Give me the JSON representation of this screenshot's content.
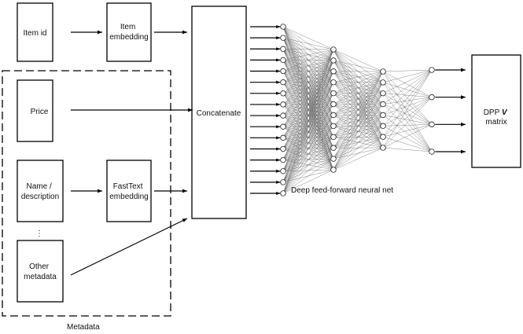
{
  "boxes": {
    "item_id": [
      "Item id"
    ],
    "item_embedding": [
      "Item",
      "embedding"
    ],
    "price": [
      "Price"
    ],
    "name_description": [
      "Name /",
      "description"
    ],
    "fasttext_embedding": [
      "FastText",
      "embedding"
    ],
    "other_metadata": [
      "Other",
      "metadata"
    ],
    "concatenate": [
      "Concatenate"
    ],
    "dpp_matrix": {
      "line1_prefix": "DPP ",
      "line1_symbol": "V",
      "line2": "matrix"
    }
  },
  "ellipsis": "⋮",
  "metadata_group_label": "Metadata",
  "network_label": "Deep feed-forward neural net",
  "network": {
    "layer_sizes": [
      16,
      12,
      8,
      4
    ]
  }
}
